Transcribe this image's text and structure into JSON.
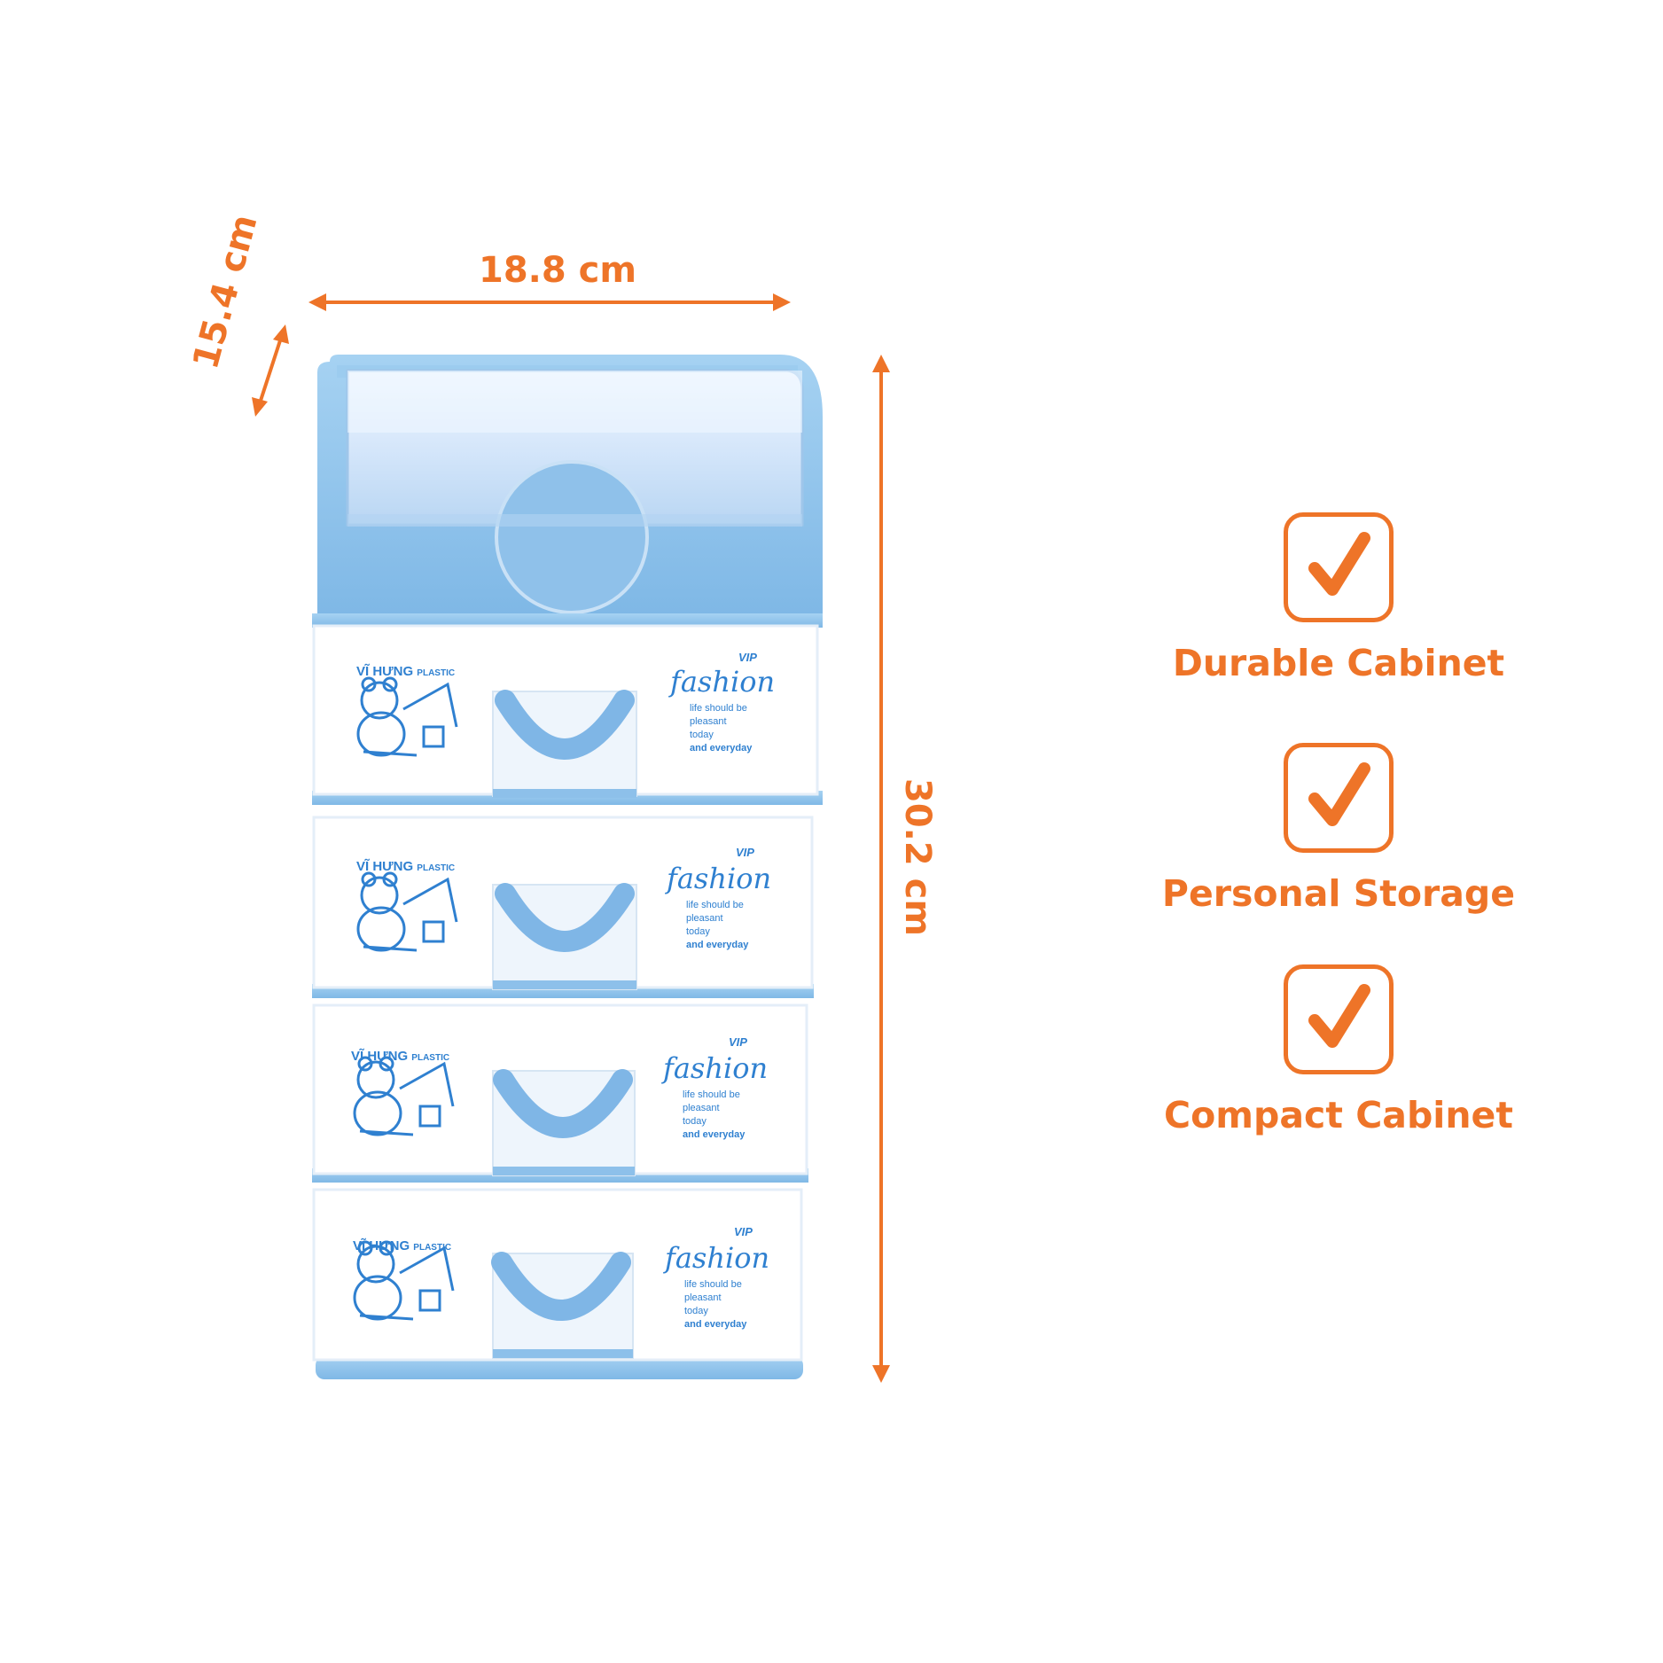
{
  "dimensions": {
    "width": "18.8 cm",
    "depth": "15.4 cm",
    "height": "30.2 cm"
  },
  "features": [
    {
      "label": "Durable Cabinet",
      "icon": "checkmark-icon"
    },
    {
      "label": "Personal Storage",
      "icon": "checkmark-icon"
    },
    {
      "label": "Compact Cabinet",
      "icon": "checkmark-icon"
    }
  ],
  "drawer_print": {
    "brand": "VĨ HƯNG",
    "brand_suffix": "PLASTIC",
    "badge": "VIP",
    "script": "fashion",
    "tagline": [
      "life should be",
      "pleasant",
      "today",
      "and everyday"
    ]
  },
  "colors": {
    "accent": "#ee7428",
    "cabinet_blue": "#8ec3ea",
    "drawer_white": "#ffffff",
    "print_blue": "#2f80d0"
  }
}
